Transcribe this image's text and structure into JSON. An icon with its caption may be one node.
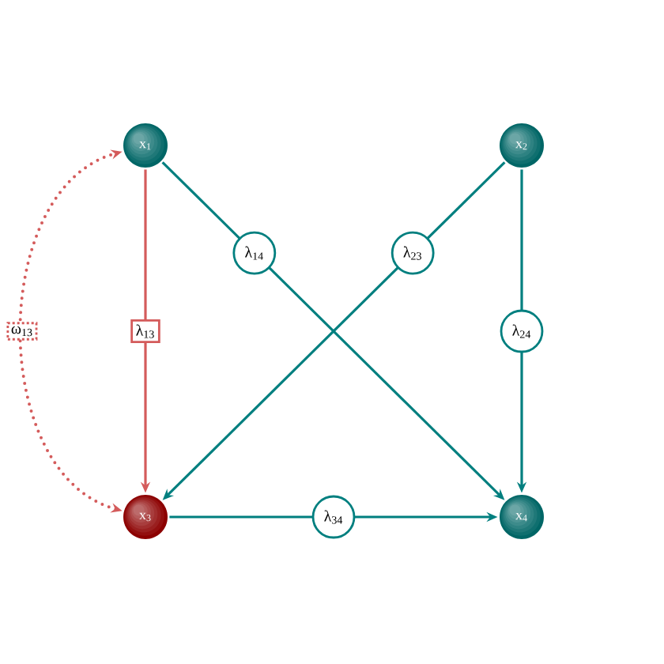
{
  "diagram": {
    "nodes": [
      {
        "text": [
          "x$_{1}$"
        ]
      },
      {
        "text": [
          "x$_{2}$"
        ]
      },
      {
        "text": [
          "x$_{3}$"
        ]
      },
      {
        "text": [
          "x$_{4}$"
        ]
      }
    ],
    "edges": [
      {
        "from": 0,
        "to": 2,
        "arrow": "to",
        "label": "λ$_{13}$",
        "color": "#d45b5b"
      },
      {
        "from": 0,
        "to": 3,
        "arrow": "to",
        "label": "λ$_{14}$"
      },
      {
        "from": 1,
        "to": 2,
        "arrow": "to",
        "label": "λ$_{23}$"
      },
      {
        "from": 1,
        "to": 3,
        "arrow": "to",
        "label": "λ$_{24}$"
      },
      {
        "from": 2,
        "to": 3,
        "arrow": "to",
        "label": "λ$_{34}$"
      },
      {
        "from": 2,
        "to": 0,
        "arrow": "both",
        "label": "ω$_{13}$",
        "style": "dashed",
        "color": "#d45b5b"
      }
    ]
  }
}
